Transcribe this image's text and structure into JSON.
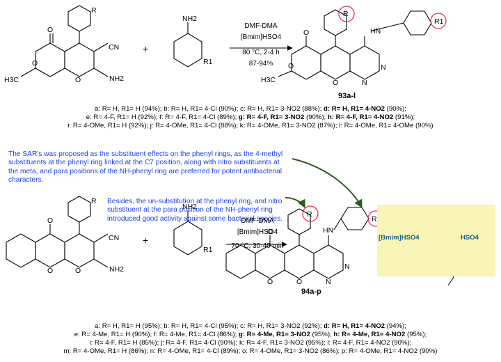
{
  "reaction1": {
    "reagent1": "DMF-DMA",
    "reagent2": "[Bmim]HSO4",
    "temp_time": "80 °C, 2-4 h",
    "yield": "87-94%",
    "product": "93a-l",
    "rows": [
      [
        {
          "t": "a: R= H, R1= H (94%); ",
          "b": false
        },
        {
          "t": "b: R= H, R1= 4-Cl (90%); ",
          "b": false
        },
        {
          "t": "c: R= H, R1= 3-NO2 (88%); ",
          "b": false
        },
        {
          "t": "d: R= H, R1= 4-NO2",
          "b": true
        },
        {
          "t": " (90%);",
          "b": false
        }
      ],
      [
        {
          "t": "e: R= 4-F, R1= H (92%); ",
          "b": false
        },
        {
          "t": "f: R= 4-F, R1= 4-Cl (89%); ",
          "b": false
        },
        {
          "t": "g: R= 4-F, R1= 3-NO2",
          "b": true
        },
        {
          "t": " (90%); ",
          "b": false
        },
        {
          "t": "h: R= 4-F, R1= 4-NO2",
          "b": true
        },
        {
          "t": " (91%);",
          "b": false
        }
      ],
      [
        {
          "t": "i: R= 4-OMe, R1= H (92%); ",
          "b": false
        },
        {
          "t": "j: R= 4-OMe, R1= 4-Cl (88%); ",
          "b": false
        },
        {
          "t": "k: R= 4-OMe, R1= 3-NO2 (87%); ",
          "b": false
        },
        {
          "t": "l: R= 4-OMe, R1= 4-OMe (90%)",
          "b": false
        }
      ]
    ]
  },
  "sar_text": "The SAR's was proposed as the substituent effects on the phenyl rings, as the 4-methyl substituents at the phenyl ring linked at the C7 position, along with nitro substituents at the meta, and para positions of the NH-phenyl ring are preferred for potent antibacterial characters.",
  "besides_text": "Besides, the un-substitution at the phenyl ring, and nitro substituent at the para position of the NH-phenyl ring introduced good activity against some bacterial species.",
  "reaction2": {
    "reagent1": "DMF-DMA",
    "reagent2": "[Bmim]HSO4",
    "temp_time": "70 °C, 30-40 min",
    "product": "94a-p",
    "rows": [
      [
        {
          "t": "a: R= H, R1= H (95%); ",
          "b": false
        },
        {
          "t": "b: R= H, R1= 4-Cl (95%); ",
          "b": false
        },
        {
          "t": "c: R= H, R1= 3-NO2 (92%); ",
          "b": false
        },
        {
          "t": "d: R= H, R1= 4-NO2",
          "b": true
        },
        {
          "t": " (94%);",
          "b": false
        }
      ],
      [
        {
          "t": "e: R= 4-Me, R1= H (90%); ",
          "b": false
        },
        {
          "t": "f: R= 4-Me, R1= 4-Cl (86%); ",
          "b": false
        },
        {
          "t": "g: R= 4-Me, R1= 3-NO2",
          "b": true
        },
        {
          "t": " (95%); ",
          "b": false
        },
        {
          "t": "h: R= 4-Me, R1= 4-NO2",
          "b": true
        },
        {
          "t": " (95%);",
          "b": false
        }
      ],
      [
        {
          "t": "i: R= 4-F, R1= H (85%); ",
          "b": false
        },
        {
          "t": "j: R= 4-F, R1= 4-Cl (90%); ",
          "b": false
        },
        {
          "t": "k: R= 4-F, R1= 3-NO2 (95%); ",
          "b": false
        },
        {
          "t": "l: R= 4-F, R1= 4-NO2 (90%);",
          "b": false
        }
      ],
      [
        {
          "t": "m: R= 4-OMe, R1= H (86%); ",
          "b": false
        },
        {
          "t": "n: R= 4-OMe, R1= 4-Cl (89%); ",
          "b": false
        },
        {
          "t": "o: R= 4-OMe, R1= 3-NO2 (86%); ",
          "b": false
        },
        {
          "t": "p: R= 4-OMe, R1= 4-NO2 (90%)",
          "b": false
        }
      ]
    ]
  },
  "ionic_liquid": {
    "name": "[Bmim]HSO4",
    "anion": "HSO4",
    "bg_color": "#f8f5b6",
    "text_color": "#1a5c8c"
  },
  "atom_labels": {
    "R": "R",
    "R1": "R1",
    "CN": "CN",
    "NH2": "NH2",
    "HN": "HN",
    "O": "O",
    "N": "N",
    "H3C": "H3C"
  },
  "colors": {
    "highlight_circle": "#e6305a",
    "annotation_blue": "#1e3fe0",
    "arrow_green": "#2e5a1c"
  }
}
